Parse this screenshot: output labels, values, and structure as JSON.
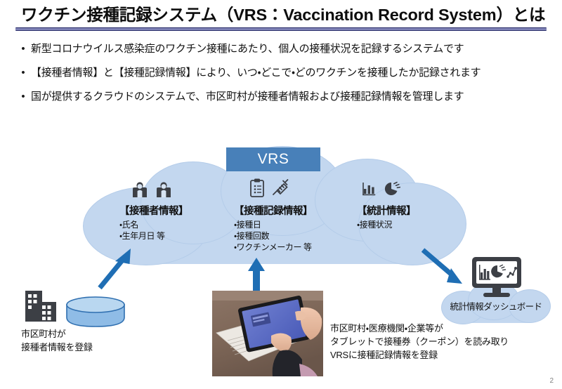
{
  "slide": {
    "title": "ワクチン接種記録システム（VRS：Vaccination Record System）とは",
    "page_number": "2"
  },
  "bullets": [
    {
      "marker": "•",
      "text": "新型コロナウイルス感染症のワクチン接種にあたり、個人の接種状況を記録するシステムです"
    },
    {
      "marker": "•",
      "text": "【接種者情報】と【接種記録情報】により、いつ・どこで・どのワクチンを接種したか記録されます"
    },
    {
      "marker": "•",
      "text": "国が提供するクラウドのシステムで、市区町村が接種者情報および接種記録情報を管理します"
    }
  ],
  "cloud": {
    "badge_label": "VRS",
    "columns": [
      {
        "id": "recipient",
        "heading": "【接種者情報】",
        "items": [
          "・氏名",
          "・生年月日 等"
        ],
        "icons": [
          "person-icon",
          "person-icon"
        ]
      },
      {
        "id": "record",
        "heading": "【接種記録情報】",
        "items": [
          "・接種日",
          "・接種回数",
          "・ワクチンメーカー 等"
        ],
        "icons": [
          "clipboard-icon",
          "syringe-icon"
        ]
      },
      {
        "id": "stats",
        "heading": "【統計情報】",
        "items": [
          "・接種状況"
        ],
        "icons": [
          "bar-chart-icon",
          "pie-chart-icon"
        ]
      }
    ]
  },
  "sources": {
    "municipality": {
      "caption_line1": "市区町村が",
      "caption_line2": "接種者情報を登録",
      "icons": [
        "buildings-icon",
        "database-icon"
      ]
    },
    "scan": {
      "caption_line1": "市区町村・医療機関・企業等が",
      "caption_line2": "タブレットで接種券（クーポン）を読み取り",
      "caption_line3": "VRSに接種記録情報を登録",
      "photo_alt": "tablet-scanning-coupon-photo"
    }
  },
  "dashboard": {
    "label": "統計情報ダッシュボード",
    "icon": "monitor-chart-icon"
  },
  "colors": {
    "cloud_fill": "#c3d7ef",
    "badge_blue": "#4880b9",
    "arrow_blue": "#1f6eb4",
    "title_rule": "#2b2f6b",
    "icon_dark": "#3c3f45",
    "database_blue": "#7fb2e0"
  }
}
